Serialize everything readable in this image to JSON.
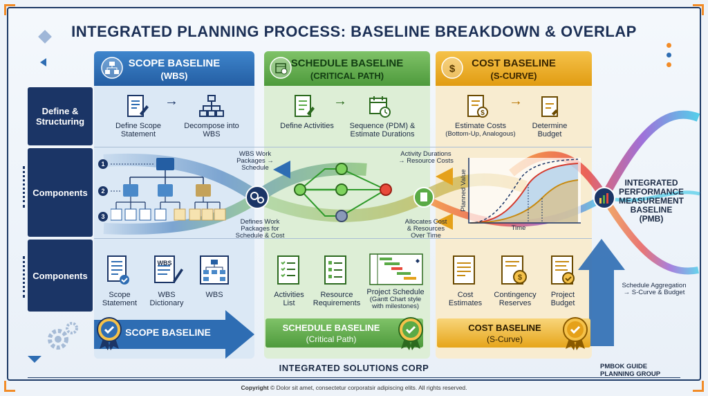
{
  "title": "INTEGRATED PLANNING PROCESS: BASELINE BREAKDOWN & OVERLAP",
  "colors": {
    "navy": "#1b3566",
    "scope": "#2e6db3",
    "schedule": "#5aaa46",
    "cost": "#e5a11a"
  },
  "rows": {
    "define": "Define & Structuring",
    "components1": "Components",
    "components2": "Components"
  },
  "scope": {
    "head1": "SCOPE BASELINE",
    "head2": "(WBS)",
    "step1": "Define Scope Statement",
    "step2": "Decompose into WBS",
    "levels": [
      "1",
      "2",
      "3"
    ],
    "out1": "Scope Statement",
    "out2": "WBS Dictionary",
    "out3": "WBS",
    "dict_tag": "WBS",
    "banner": "SCOPE BASELINE"
  },
  "schedule": {
    "head1": "SCHEDULE BASELINE",
    "head2": "(CRITICAL PATH)",
    "step1": "Define Activities",
    "step2": "Sequence (PDM) & Estimate Durations",
    "out1": "Activities List",
    "out2": "Resource Requirements",
    "out3": "Project Schedule",
    "out3_sub": "(Gantt Chart style with milestones)",
    "banner1": "SCHEDULE BASELINE",
    "banner2": "(Critical Path)"
  },
  "cost": {
    "head1": "COST BASELINE",
    "head2": "(S-CURVE)",
    "step1": "Estimate Costs",
    "step1_sub": "(Bottom-Up, Analogous)",
    "step2": "Determine Budget",
    "ylabel": "Planned Value",
    "xlabel": "Time",
    "out1": "Cost Estimates",
    "out2": "Contingency Reserves",
    "out3": "Project Budget",
    "banner1": "COST BASELINE",
    "banner2": "(S-Curve)"
  },
  "flows": {
    "wbs_to_schedule": "WBS Work Packages → Schedule",
    "defines_work": "Defines Work Packages for Schedule & Cost",
    "activity_to_cost": "Activity Durations → Resource Costs",
    "allocates": "Allocates Cost & Resources Over Time",
    "aggregation": "Schedule Aggregation → S-Curve & Budget"
  },
  "pmb": "INTEGRATED PERFORMANCE MEASUREMENT BASELINE (PMB)",
  "company": "INTEGRATED SOLUTIONS CORP",
  "group1": "PMBOK GUIDE",
  "group2": "PLANNING GROUP",
  "copyright_bold": "Copyright",
  "copyright": "© Dolor sit amet, consectetur corporatsir adipiscing elits. All rights reserved."
}
